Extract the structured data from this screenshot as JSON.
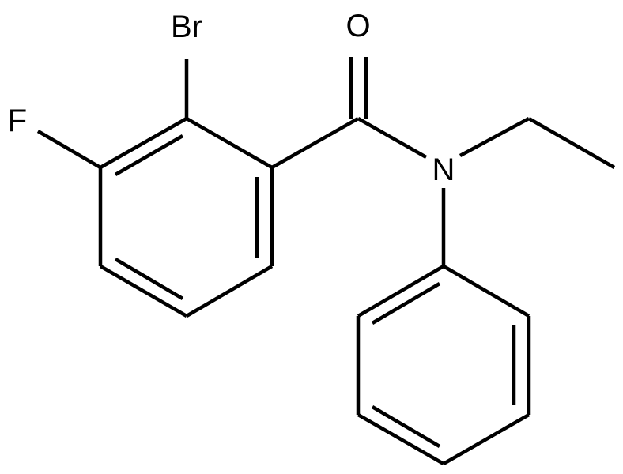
{
  "molecule": {
    "atoms": {
      "br": "Br",
      "f": "F",
      "o": "O",
      "n": "N"
    },
    "colors": {
      "bond": "#000000",
      "label": "#000000",
      "background": "#ffffff"
    }
  }
}
